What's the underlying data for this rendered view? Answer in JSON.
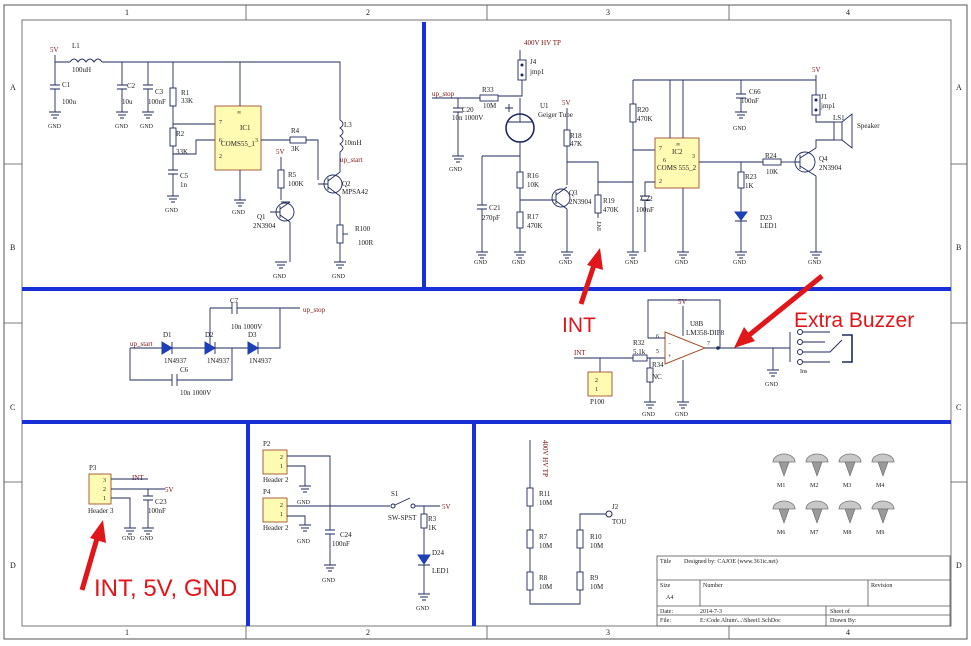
{
  "frame": {
    "col_labels": [
      "1",
      "2",
      "3",
      "4"
    ],
    "row_labels": [
      "A",
      "B",
      "C",
      "D"
    ]
  },
  "title_block": {
    "title_label": "Title",
    "designed_by": "Designed by: CAJOE (www.361ic.net)",
    "size_label": "Size",
    "size_value": "A4",
    "number_label": "Number",
    "revision_label": "Revision",
    "date_label": "Date:",
    "date_value": "2014-7-3",
    "sheet_label": "Sheet   of",
    "file_label": "File:",
    "file_value": "E:\\Code  Altum\\...\\Sheet1.SchDoc",
    "drawn_label": "Drawn By:"
  },
  "annotations": {
    "int": "INT",
    "extra_buzzer": "Extra Buzzer",
    "int_5v_gnd": "INT, 5V, GND"
  },
  "nets": {
    "v5": "5V",
    "gnd": "GND",
    "up_stop": "up_stop",
    "up_start": "up_start",
    "hv": "400V HV TP",
    "int": "INT"
  },
  "power_section": {
    "L1": "L1",
    "L1_val": "100uH",
    "C1": "C1",
    "C1_val": "100u",
    "C2": "C2",
    "C2_val": "10u",
    "C3": "C3",
    "C3_val": "100nF",
    "R1": "R1",
    "R1_val": "33K",
    "R2": "R2",
    "R2_val": "33K",
    "C5": "C5",
    "C5_val": "1n",
    "IC1": "IC1",
    "IC1_name": "COMS55_1",
    "R4": "R4",
    "R4_val": "3K",
    "R5": "R5",
    "R5_val": "100K",
    "L3": "L3",
    "L3_val": "10mH",
    "Q2": "Q2",
    "Q2_type": "MPSA42",
    "Q1": "Q1",
    "Q1_type": "2N3904",
    "R100": "R100",
    "R100_val": "100R"
  },
  "geiger_section": {
    "J4": "J4",
    "J4_val": "jmp1",
    "R33": "R33",
    "R33_val": "10M",
    "C20": "C20",
    "C20_val": "10n 1000V",
    "U1": "U1",
    "U1_name": "Geiger Tube",
    "R18": "R18",
    "R18_val": "47K",
    "R16": "R16",
    "R16_val": "10K",
    "R17": "R17",
    "R17_val": "470K",
    "C21": "C21",
    "C21_val": "270pF",
    "Q3": "Q3",
    "Q3_type": "2N3904",
    "R19": "R19",
    "R19_val": "470K",
    "R19_tag": "INT",
    "R20": "R20",
    "R20_val": "470K",
    "IC2": "IC2",
    "IC2_name": "COMS 555_2",
    "C22": "C22",
    "C22_val": "100nF",
    "C66": "C66",
    "C66_val": "100nF",
    "J1": "J1",
    "J1_val": "jmp1",
    "LS1": "LS1",
    "LS1_name": "Speaker",
    "R24": "R24",
    "R24_val": "10K",
    "Q4": "Q4",
    "Q4_type": "2N3904",
    "R23": "R23",
    "R23_val": "1K",
    "D23": "D23",
    "D23_name": "LED1"
  },
  "multiplier_section": {
    "C7": "C7",
    "C7_val": "10n 1000V",
    "D1": "D1",
    "D2": "D2",
    "D3": "D3",
    "D_type": "1N4937",
    "C6": "C6",
    "C6_val": "10n 1000V"
  },
  "comparator_section": {
    "U8": "U8B",
    "U8_type": "LM358-DIP8",
    "R32": "R32",
    "R32_val": "5.1k",
    "R34": "R34",
    "R34_val": "NC",
    "P100": "P100",
    "pin6": "6",
    "pin5": "5",
    "pin7": "7",
    "jack": "Ins"
  },
  "bottom_section": {
    "P3": "P3",
    "P3_name": "Header 3",
    "C23": "C23",
    "C23_val": "100nF",
    "P2": "P2",
    "P2_name": "Header 2",
    "P4": "P4",
    "P4_name": "Header 2",
    "C24": "C24",
    "C24_val": "100nF",
    "S1": "S1",
    "S1_name": "SW-SPST",
    "R3": "R3",
    "R3_val": "1K",
    "D24": "D24",
    "D24_name": "LED1",
    "R11": "R11",
    "R11_val": "10M",
    "R7": "R7",
    "R7_val": "10M",
    "R8": "R8",
    "R8_val": "10M",
    "R10": "R10",
    "R10_val": "10M",
    "R9": "R9",
    "R9_val": "10M",
    "J2": "J2",
    "J2_val": "TOU",
    "mounts": [
      "M1",
      "M2",
      "M3",
      "M4",
      "M6",
      "M7",
      "M8",
      "M9"
    ]
  }
}
